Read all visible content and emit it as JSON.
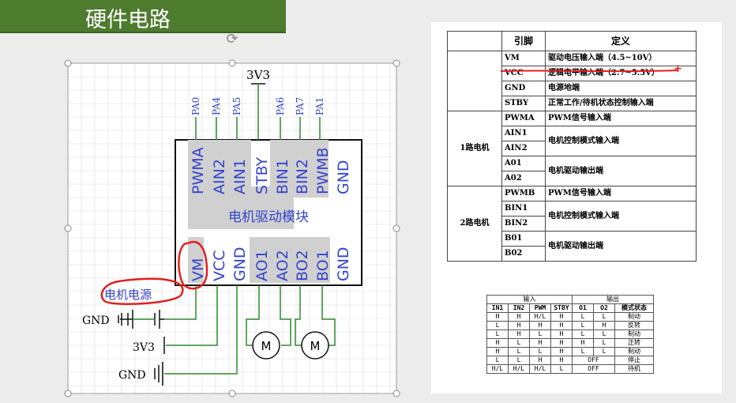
{
  "slide": {
    "title": "硬件电路"
  },
  "schematic": {
    "supply_top": "3V3",
    "top_pins": [
      "PA0",
      "PA4",
      "PA5",
      "PA6",
      "PA7",
      "PA1"
    ],
    "chip_top_labels": [
      "PWMA",
      "AIN2",
      "AIN1",
      "STBY",
      "BIN1",
      "BIN2",
      "PWMB",
      "GND"
    ],
    "chip_bottom_labels": [
      "VM",
      "VCC",
      "GND",
      "AO1",
      "AO2",
      "BO2",
      "BO1",
      "GND"
    ],
    "chip_name": "电机驱动模块",
    "motor_power": "电机电源",
    "gnd1": "GND",
    "vcc_label": "3V3",
    "gnd2": "GND",
    "motor_symbol": "M"
  },
  "spec_table": {
    "header": [
      "引脚",
      "定义"
    ],
    "rows": [
      {
        "group": "",
        "pin": "VM",
        "def": "驱动电压输入端（4.5~10V）"
      },
      {
        "group": "",
        "pin": "VCC",
        "def": "逻辑电平输入端（2.7~5.5V）"
      },
      {
        "group": "",
        "pin": "GND",
        "def": "电源地端"
      },
      {
        "group": "",
        "pin": "STBY",
        "def": "正常工作/待机状态控制输入端"
      },
      {
        "group": "1路电机",
        "pin": "PWMA",
        "def": "PWM信号输入端"
      },
      {
        "group": "",
        "pin": "AIN1",
        "def": "电机控制模式输入端"
      },
      {
        "group": "",
        "pin": "AIN2",
        "def": ""
      },
      {
        "group": "",
        "pin": "A01",
        "def": "电机驱动输出端"
      },
      {
        "group": "",
        "pin": "A02",
        "def": ""
      },
      {
        "group": "2路电机",
        "pin": "PWMB",
        "def": "PWM信号输入端"
      },
      {
        "group": "",
        "pin": "BIN1",
        "def": "电机控制模式输入端"
      },
      {
        "group": "",
        "pin": "BIN2",
        "def": ""
      },
      {
        "group": "",
        "pin": "B01",
        "def": "电机驱动输出端"
      },
      {
        "group": "",
        "pin": "B02",
        "def": ""
      }
    ]
  },
  "truth_table": {
    "group_headers": [
      "输入",
      "输出"
    ],
    "columns": [
      "IN1",
      "IN2",
      "PWM",
      "STBY",
      "O1",
      "O2",
      "模式状态"
    ],
    "rows": [
      [
        "H",
        "H",
        "H/L",
        "H",
        "L",
        "L",
        "制动"
      ],
      [
        "L",
        "H",
        "H",
        "H",
        "L",
        "H",
        "反转"
      ],
      [
        "L",
        "H",
        "L",
        "H",
        "L",
        "L",
        "制动"
      ],
      [
        "H",
        "L",
        "H",
        "H",
        "H",
        "L",
        "正转"
      ],
      [
        "H",
        "L",
        "L",
        "H",
        "L",
        "L",
        "制动"
      ],
      [
        "L",
        "L",
        "H",
        "H",
        "OFF",
        "",
        "停止"
      ],
      [
        "H/L",
        "H/L",
        "H/L",
        "L",
        "OFF",
        "",
        "待机"
      ]
    ]
  },
  "colors": {
    "title_bg": "#4e7c2f",
    "pin_blue": "#3344cc",
    "wire_green": "#2e8b2e",
    "annot_red": "#e02020",
    "chip_gray": "#d0d0d0"
  }
}
